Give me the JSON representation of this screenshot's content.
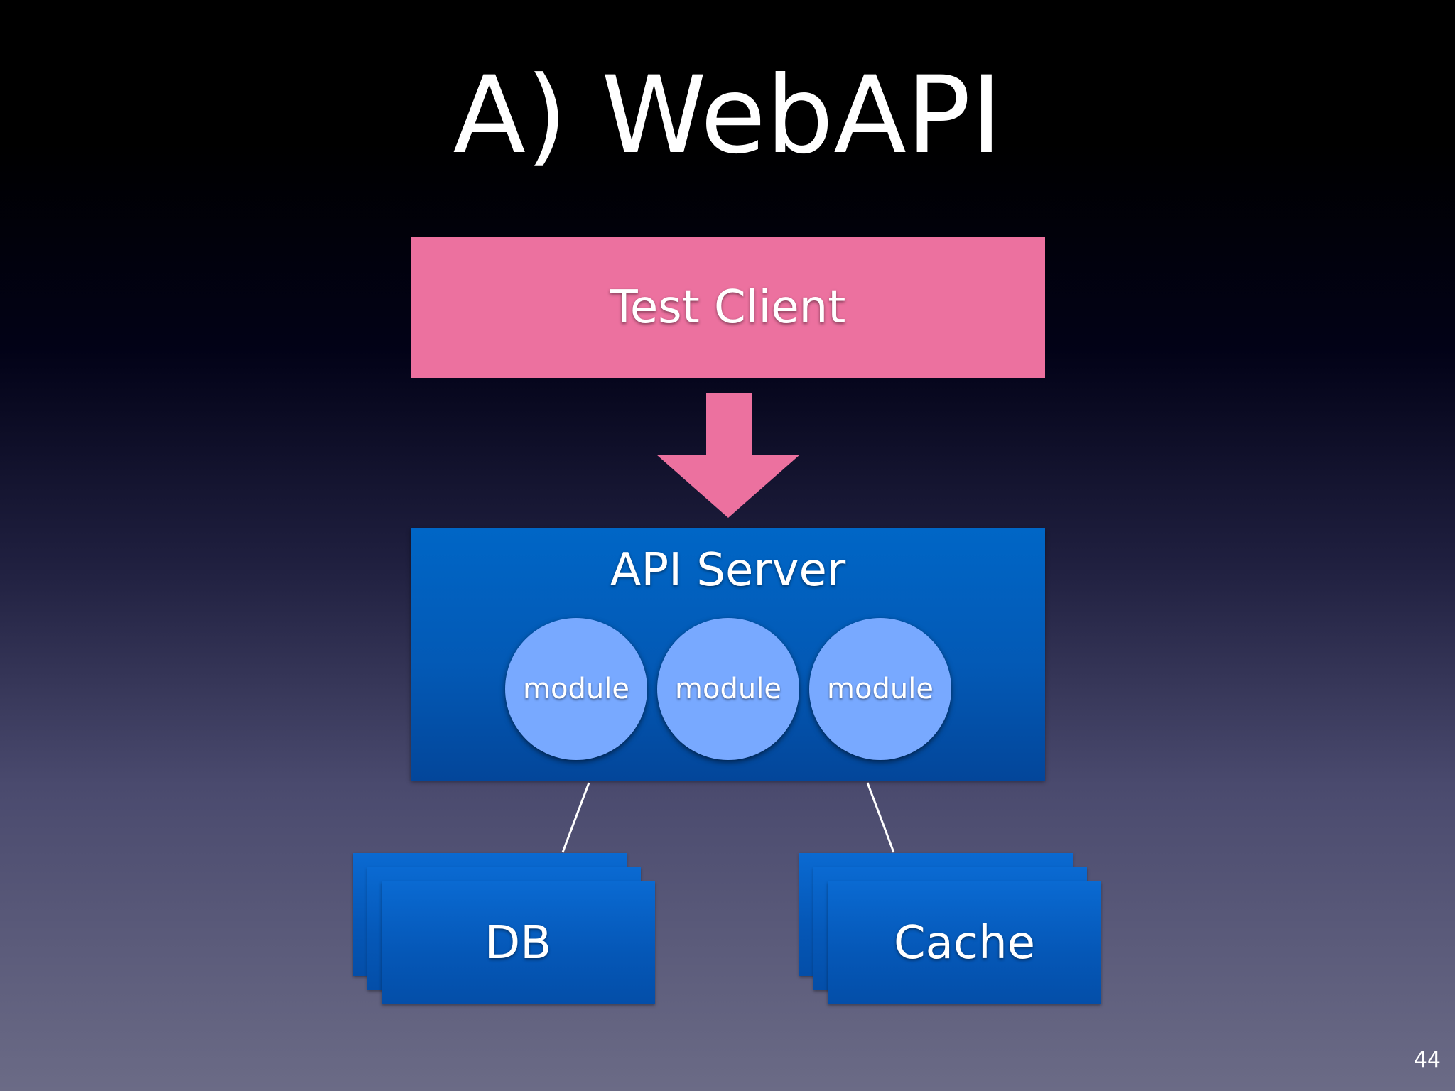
{
  "slide": {
    "title": "A)  WebAPI",
    "page_number": "44"
  },
  "client": {
    "label": "Test Client"
  },
  "server": {
    "label": "API Server",
    "modules": [
      "module",
      "module",
      "module"
    ]
  },
  "storage": {
    "db_label": "DB",
    "cache_label": "Cache"
  },
  "colors": {
    "client_pink": "#ec719f",
    "server_blue": "#0066c6",
    "module_blue": "#78a9ff",
    "connector_white": "#ffffff"
  },
  "icons": {
    "flow_arrow": "arrow-down-icon"
  }
}
